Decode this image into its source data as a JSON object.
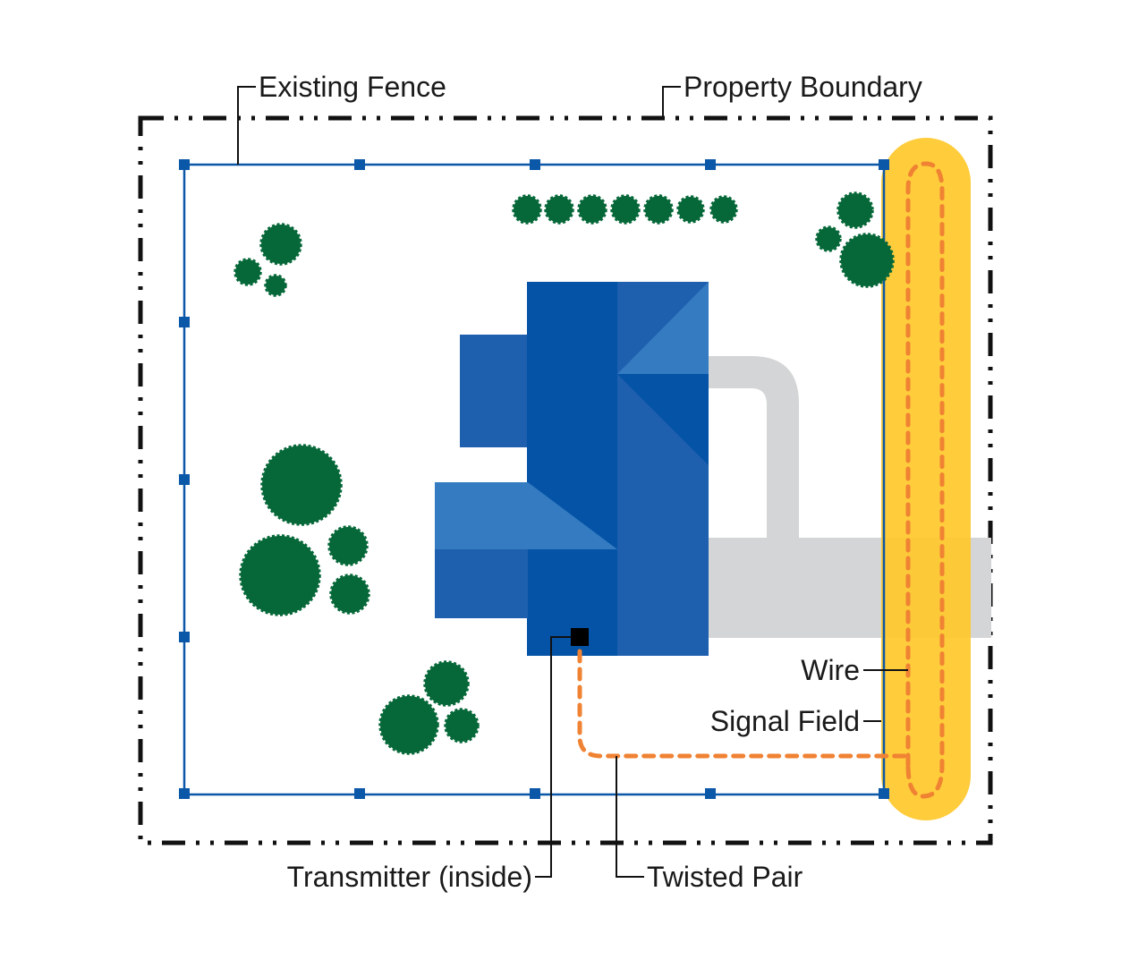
{
  "labels": {
    "existing_fence": "Existing Fence",
    "property_boundary": "Property Boundary",
    "wire": "Wire",
    "signal_field": "Signal Field",
    "transmitter": "Transmitter (inside)",
    "twisted_pair": "Twisted Pair"
  },
  "colors": {
    "fence": "#0b57a8",
    "boundary": "#111111",
    "house_dark": "#0453a6",
    "house_mid": "#1e5fae",
    "house_light": "#347bc1",
    "driveway": "#d3d5d6",
    "signal_field": "#ffc82c",
    "wire": "#f08233",
    "tree": "#066839",
    "transmitter": "#000000",
    "leader": "#111111"
  },
  "icons": {
    "transmitter": "transmitter-box-icon",
    "tree": "tree-icon"
  }
}
